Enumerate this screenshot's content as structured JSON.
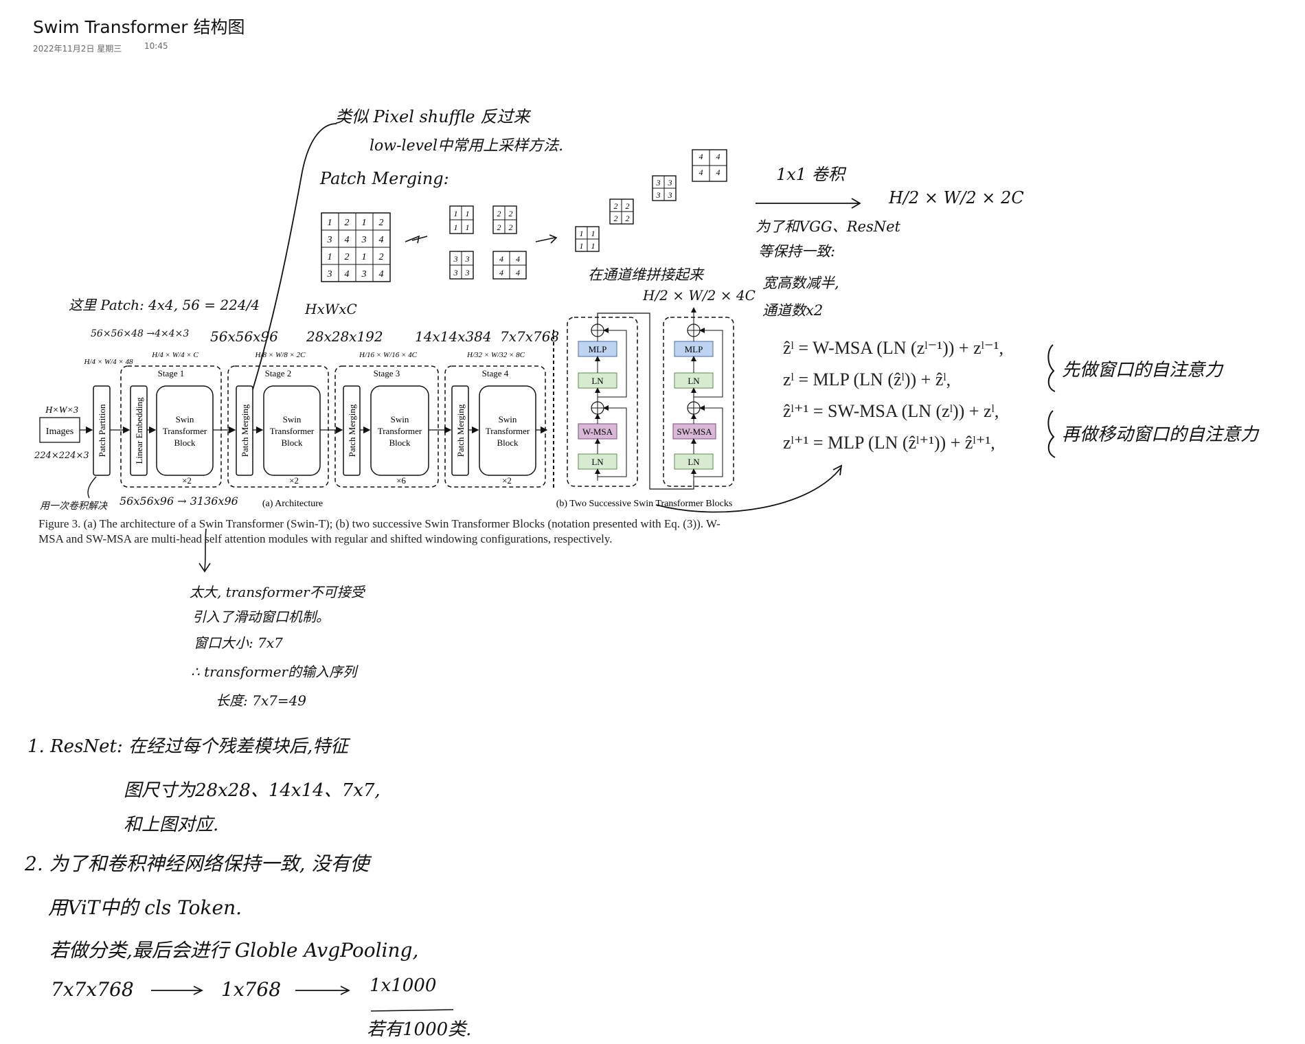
{
  "page": {
    "title": "Swim Transformer 结构图",
    "date": "2022年11月2日 星期三",
    "time": "10:45"
  },
  "figure": {
    "images_label": "Images",
    "input_dims": "H×W×3",
    "patch_partition": "Patch Partition",
    "linear_embedding": "Linear Embedding",
    "patch_merging": "Patch Merging",
    "swin_block_lines": [
      "Swin",
      "Transformer",
      "Block"
    ],
    "stages": [
      {
        "name": "Stage 1",
        "repeat": "×2",
        "res": "H/4 × W/4 × C"
      },
      {
        "name": "Stage 2",
        "repeat": "×2",
        "res": "H/8 × W/8 × 2C"
      },
      {
        "name": "Stage 3",
        "repeat": "×6",
        "res": "H/16 × W/16 × 4C"
      },
      {
        "name": "Stage 4",
        "repeat": "×2",
        "res": "H/32 × W/32 × 8C"
      }
    ],
    "pp_res": "H/4 × W/4 × 48",
    "caption_a": "(a) Architecture",
    "caption_b": "(b) Two Successive Swin Transformer Blocks",
    "block_labels": {
      "mlp": "MLP",
      "ln": "LN",
      "wmsa": "W-MSA",
      "swmsa": "SW-MSA"
    },
    "caption": "Figure 3. (a) The architecture of a Swin Transformer (Swin-T); (b) two successive Swin Transformer Blocks (notation presented with Eq. (3)). W-MSA and SW-MSA are multi-head self attention modules with regular and shifted windowing configurations, respectively."
  },
  "equations": [
    "ẑˡ = W-MSA (LN (zˡ⁻¹)) + zˡ⁻¹,",
    "zˡ = MLP (LN (ẑˡ)) + ẑˡ,",
    "ẑˡ⁺¹ = SW-MSA (LN (zˡ)) + zˡ,",
    "zˡ⁺¹ = MLP (LN (ẑˡ⁺¹)) + ẑˡ⁺¹,"
  ],
  "handwriting": {
    "pixel_shuffle": "类似 Pixel shuffle 反过来",
    "low_level": "low-level中常用上采样方法.",
    "patch_merging": "Patch Merging:",
    "hxwxc": "HxWxC",
    "concat_channel": "在通道维拼接起来",
    "h2w24c": "H/2 × W/2 × 4C",
    "conv1x1": "1x1 卷积",
    "h2w22c": "H/2 × W/2 × 2C",
    "vgg_note": [
      "为了和VGG、ResNet",
      "等保持一致:",
      "宽高数减半,",
      "通道数x2"
    ],
    "patch_note": "这里 Patch: 4x4, 56 = 224/4",
    "dims_56_48": "56×56×48 →4×4×3",
    "dims_56_96": "56x56x96",
    "dims_28": "28x28x192",
    "dims_14": "14x14x384",
    "dims_7": "7x7x768",
    "dims_224": "224×224×3",
    "one_conv": "用一次卷积解决",
    "flatten": "56x56x96 → 3136x96",
    "window_note": [
      "太大, transformer不可接受",
      "引入了滑动窗口机制。",
      "窗口大小: 7x7",
      "∴ transformer的输入序列",
      "长度: 7x7=49"
    ],
    "eq_note_1": "先做窗口的自注意力",
    "eq_note_2": "再做移动窗口的自注意力",
    "resnet_note": [
      "1. ResNet: 在经过每个残差模块后,特征",
      "图尺寸为28x28、14x14、7x7,",
      "和上图对应."
    ],
    "cls_note": [
      "2. 为了和卷积神经网络保持一致, 没有使",
      "用ViT中的 cls Token.",
      "若做分类,最后会进行 Globle AvgPooling,"
    ],
    "pool_a": "7x7x768",
    "pool_b": "1x768",
    "pool_c": "1x1000",
    "pool_note": "若有1000类."
  },
  "grid_numbers": {
    "main": [
      "1",
      "2",
      "1",
      "2",
      "3",
      "4",
      "3",
      "4",
      "1",
      "2",
      "1",
      "2",
      "3",
      "4",
      "3",
      "4"
    ],
    "split": [
      [
        "1",
        "1",
        "1",
        "1"
      ],
      [
        "2",
        "2",
        "2",
        "2"
      ],
      [
        "3",
        "3",
        "3",
        "3"
      ],
      [
        "4",
        "4",
        "4",
        "4"
      ]
    ]
  }
}
